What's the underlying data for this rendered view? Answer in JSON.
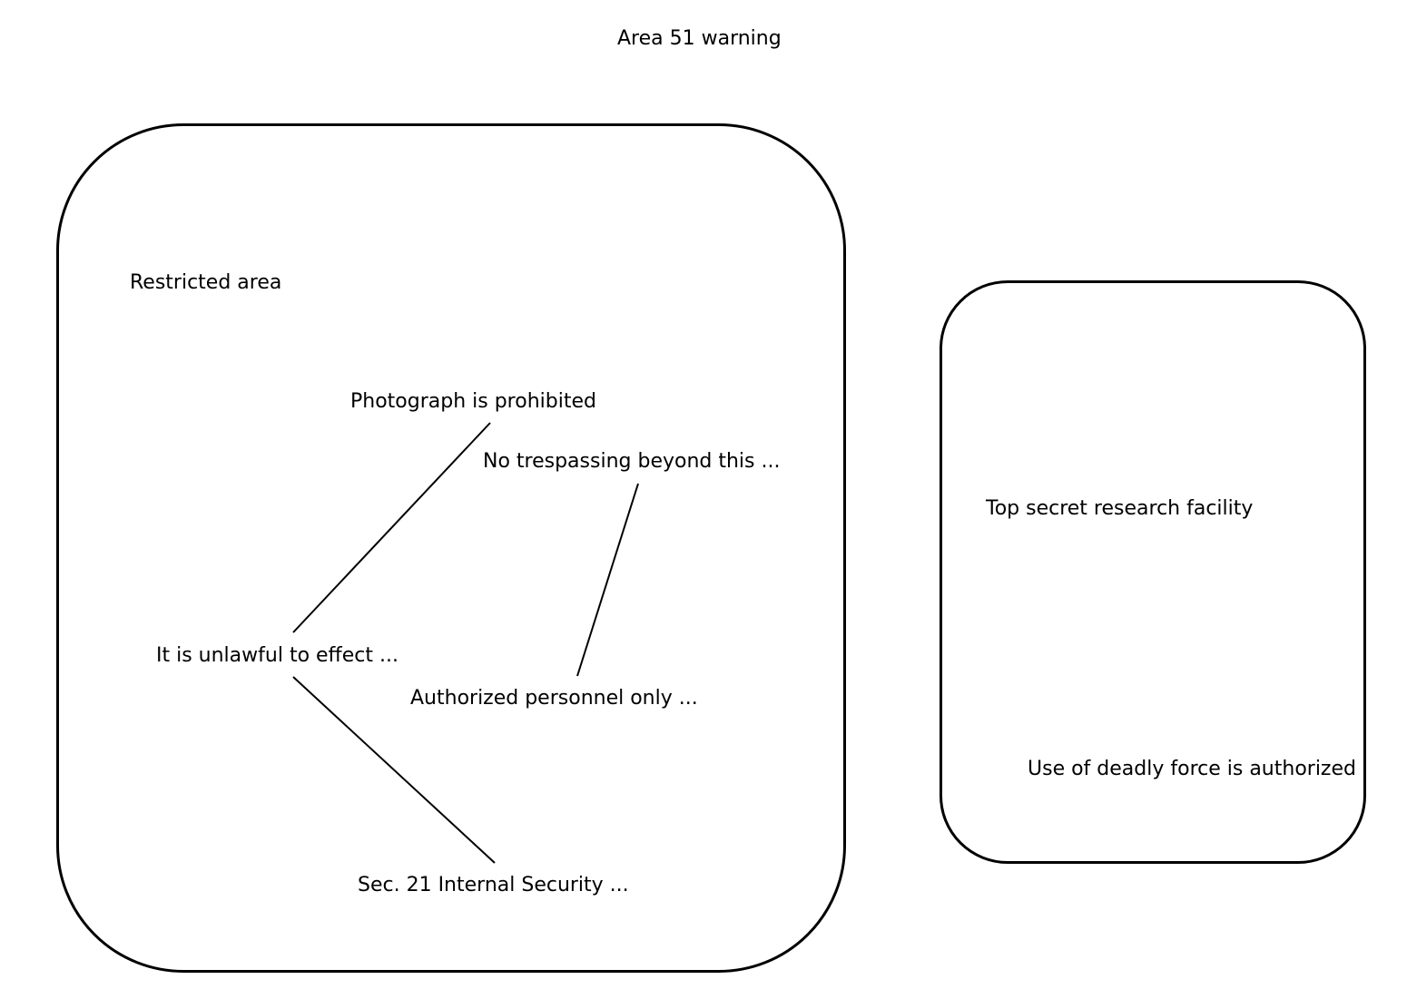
{
  "title": "Area 51 warning",
  "groups": {
    "restricted": {
      "label": "Restricted area",
      "nodes": {
        "photograph": "Photograph is prohibited",
        "no_trespassing": "No trespassing beyond this ...",
        "unlawful": "It is unlawful to effect ...",
        "authorized_personnel": "Authorized personnel only ...",
        "sec21": "Sec. 21 Internal Security ..."
      }
    },
    "top_secret": {
      "label": "Top secret research facility",
      "nodes": {
        "deadly_force": "Use of deadly force is authorized"
      }
    }
  },
  "edges": [
    {
      "from": "It is unlawful to effect ...",
      "to": "Photograph is prohibited"
    },
    {
      "from": "It is unlawful to effect ...",
      "to": "Sec. 21 Internal Security ..."
    },
    {
      "from": "Authorized personnel only ...",
      "to": "No trespassing beyond this ..."
    }
  ],
  "colors": {
    "stroke": "#000000",
    "background": "#ffffff"
  }
}
